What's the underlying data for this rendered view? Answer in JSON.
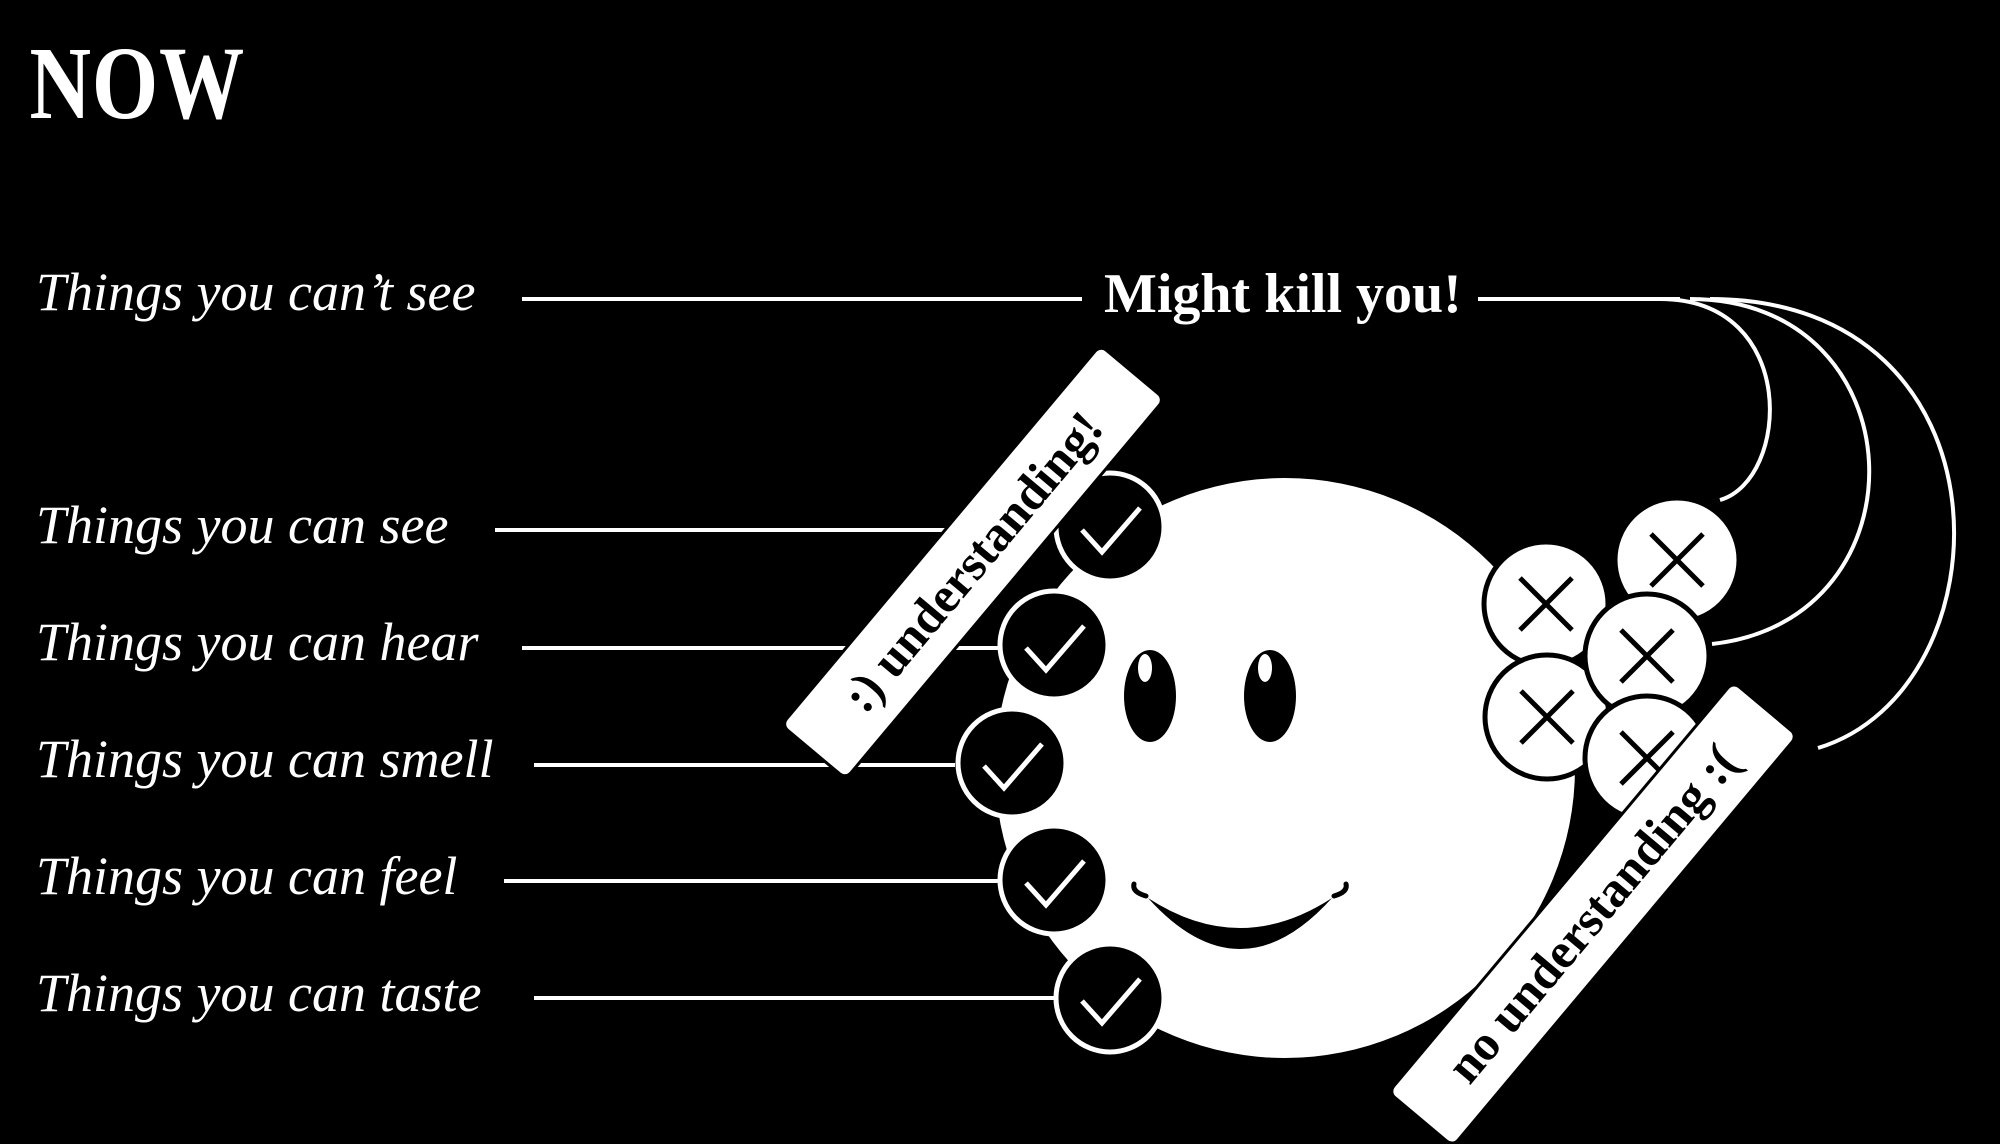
{
  "title": "NOW",
  "unseen": {
    "label": "Things you can’t see",
    "consequence": "Might kill you!"
  },
  "senses": [
    {
      "label": "Things you can see",
      "status": "check"
    },
    {
      "label": "Things you can hear",
      "status": "check"
    },
    {
      "label": "Things you can smell",
      "status": "check"
    },
    {
      "label": "Things you can feel",
      "status": "check"
    },
    {
      "label": "Things you can taste",
      "status": "check"
    }
  ],
  "tags": {
    "understanding": ":) understanding!",
    "no_understanding": "no understanding :("
  },
  "icons": {
    "face": "smiley-face-icon",
    "check": "check-icon",
    "cross": "cross-icon"
  },
  "colors": {
    "background": "#000000",
    "foreground": "#ffffff"
  }
}
